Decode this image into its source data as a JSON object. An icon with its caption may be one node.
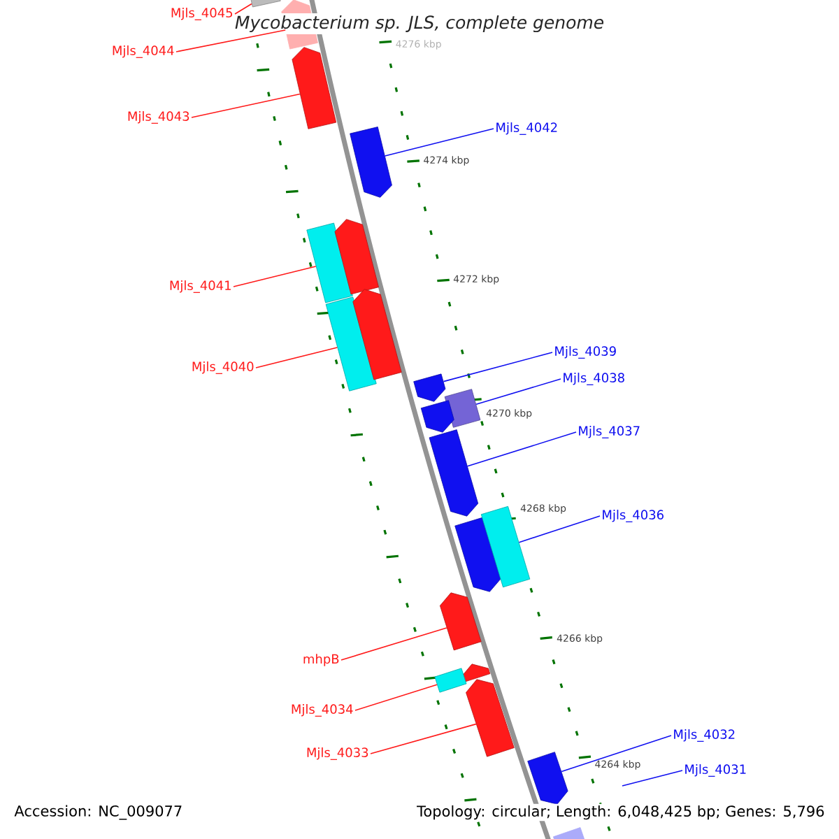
{
  "diagram": {
    "title": "Mycobacterium sp. JLS, complete genome",
    "nodes": [
      {
        "text": [
          "Mjls_4045"
        ]
      },
      {
        "text": [
          "Mjls_4044"
        ]
      },
      {
        "text": [
          "Mjls_4043"
        ]
      },
      {
        "text": [
          "Mjls_4042"
        ]
      },
      {
        "text": [
          "Mjls_4041"
        ]
      },
      {
        "text": [
          "Mjls_4040"
        ]
      },
      {
        "text": [
          "Mjls_4039"
        ]
      },
      {
        "text": [
          "Mjls_4038"
        ]
      },
      {
        "text": [
          "Mjls_4037"
        ]
      },
      {
        "text": [
          "Mjls_4036"
        ]
      },
      {
        "text": [
          "mhpB"
        ]
      },
      {
        "text": [
          "Mjls_4034"
        ]
      },
      {
        "text": [
          "Mjls_4033"
        ]
      },
      {
        "text": [
          "Mjls_4032"
        ]
      },
      {
        "text": [
          "Mjls_4031"
        ]
      },
      {
        "text": [],
        "shape": "pentagon"
      },
      {
        "text": [],
        "shape": "pentagon"
      },
      {
        "text": [],
        "shape": "pentagon"
      },
      {
        "text": [],
        "shape": "pentagon"
      },
      {
        "text": [],
        "shape": "bar"
      },
      {
        "text": [],
        "shape": "pentagon"
      },
      {
        "text": [],
        "shape": "bar"
      },
      {
        "text": [],
        "shape": "pentagon"
      },
      {
        "text": [],
        "shape": "pentagon"
      },
      {
        "text": [],
        "shape": "bar"
      },
      {
        "text": [],
        "shape": "pentagon"
      },
      {
        "text": [],
        "shape": "pentagon"
      },
      {
        "text": [],
        "shape": "pentagon"
      },
      {
        "text": [],
        "shape": "bar"
      },
      {
        "text": [],
        "shape": "pentagon"
      },
      {
        "text": [],
        "shape": "pentagon"
      },
      {
        "text": [],
        "shape": "bar"
      },
      {
        "text": [],
        "shape": "pentagon"
      },
      {
        "text": [],
        "shape": "pentagon"
      },
      {
        "text": [],
        "shape": "pentagon"
      }
    ],
    "edges": [
      {
        "from": 0,
        "to": 15,
        "arrow": "none"
      },
      {
        "from": 1,
        "to": 16,
        "arrow": "none"
      },
      {
        "from": 2,
        "to": 17,
        "arrow": "none"
      },
      {
        "from": 3,
        "to": 18,
        "arrow": "none",
        "color": "#1010f0"
      },
      {
        "from": 4,
        "to": 19,
        "arrow": "none"
      },
      {
        "from": 5,
        "to": 21,
        "arrow": "none"
      },
      {
        "from": 6,
        "to": 23,
        "arrow": "none",
        "color": "#1010f0"
      },
      {
        "from": 7,
        "to": 24,
        "arrow": "none",
        "color": "#1010f0"
      },
      {
        "from": 8,
        "to": 26,
        "arrow": "none",
        "color": "#1010f0"
      },
      {
        "from": 9,
        "to": 28,
        "arrow": "none",
        "color": "#1010f0"
      },
      {
        "from": 10,
        "to": 29,
        "arrow": "none"
      },
      {
        "from": 11,
        "to": 31,
        "arrow": "none"
      },
      {
        "from": 12,
        "to": 32,
        "arrow": "none"
      },
      {
        "from": 13,
        "to": 33,
        "arrow": "none",
        "color": "#1010f0"
      },
      {
        "from": 14,
        "to": null,
        "arrow": "none",
        "color": "#1010f0"
      }
    ],
    "labels": [
      "4276 kbp",
      "4274 kbp",
      "4272 kbp",
      "4270 kbp",
      "4268 kbp",
      "4266 kbp",
      "4264 kbp",
      "Accession: NC_009077",
      "Topology: circular; Length: 6,048,425 bp; Genes: 5,796"
    ]
  }
}
